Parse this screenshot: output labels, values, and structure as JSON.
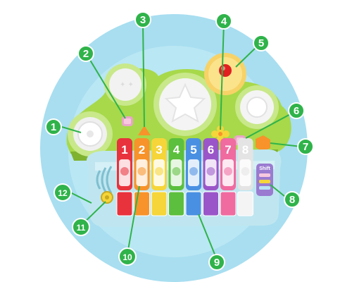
{
  "backdrop_color": "#a8def0",
  "callout_color": "#2fb34a",
  "callouts": [
    {
      "label": "1",
      "target": "left-drum"
    },
    {
      "label": "2",
      "target": "small-left-button"
    },
    {
      "label": "3",
      "target": "orange-triangle-button"
    },
    {
      "label": "4",
      "target": "yellow-flower-button"
    },
    {
      "label": "5",
      "target": "red-light-dome"
    },
    {
      "label": "6",
      "target": "small-right-button"
    },
    {
      "label": "7",
      "target": "orange-hexagon-button"
    },
    {
      "label": "8",
      "target": "shift-button"
    },
    {
      "label": "9",
      "target": "piano-keys"
    },
    {
      "label": "10",
      "target": "number-keys"
    },
    {
      "label": "11",
      "target": "yellow-round-button"
    },
    {
      "label": "12",
      "target": "speaker-grill"
    }
  ],
  "xylophone_keys": [
    {
      "number": "1",
      "color": "#e8323c"
    },
    {
      "number": "2",
      "color": "#f7932a"
    },
    {
      "number": "3",
      "color": "#f5d53a"
    },
    {
      "number": "4",
      "color": "#5cbf3d"
    },
    {
      "number": "5",
      "color": "#4a90e2"
    },
    {
      "number": "6",
      "color": "#9a56c8"
    },
    {
      "number": "7",
      "color": "#ef6ba0"
    },
    {
      "number": "8",
      "color": "#e4e4e4"
    }
  ],
  "piano_key_colors": [
    "#e8323c",
    "#f7932a",
    "#f5d53a",
    "#5cbf3d",
    "#4a90e2",
    "#9a56c8",
    "#ef6ba0",
    "#f4f4f4"
  ],
  "shift_label": "Shift",
  "toy_body_color": "#a7d94a"
}
